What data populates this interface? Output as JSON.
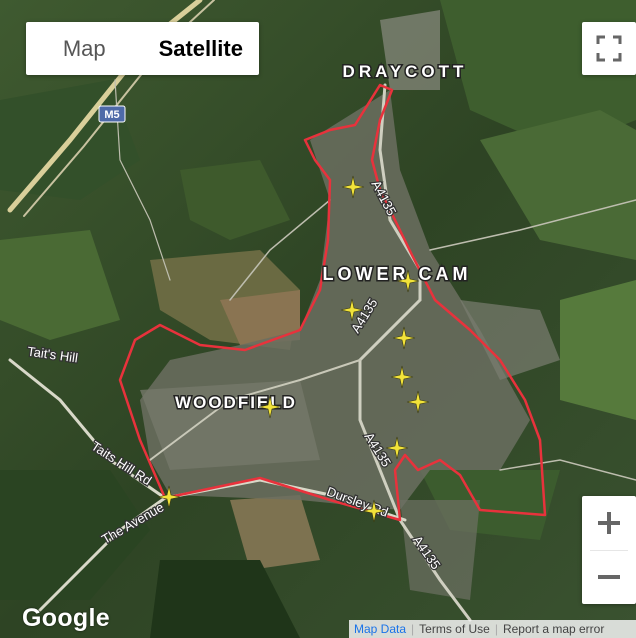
{
  "map_type_control": {
    "map_label": "Map",
    "satellite_label": "Satellite",
    "selected": "Satellite"
  },
  "place_labels": {
    "draycott": "DRAYCOTT",
    "lower_cam": "LOWER CAM",
    "woodfield": "WOODFIELD"
  },
  "road_labels": {
    "m5": "M5",
    "a4135_1": "A4135",
    "a4135_2": "A4135",
    "a4135_3": "A4135",
    "a4135_4": "A4135",
    "taits_hill": "Tait's Hill",
    "taits_hill_rd": "Taits Hill Rd",
    "the_avenue": "The Avenue",
    "dursley_rd": "Dursley Rd"
  },
  "icons": {
    "fullscreen": "fullscreen-icon",
    "zoom_in": "plus-icon",
    "zoom_out": "minus-icon",
    "marker": "sparkle-marker-icon"
  },
  "colors": {
    "boundary": "#e8323c",
    "marker": "#f2e33a",
    "motorway_shield": "#4e6aa8"
  },
  "attribution": {
    "logo": "Google",
    "map_data": "Map Data",
    "terms": "Terms of Use",
    "report": "Report a map error"
  }
}
